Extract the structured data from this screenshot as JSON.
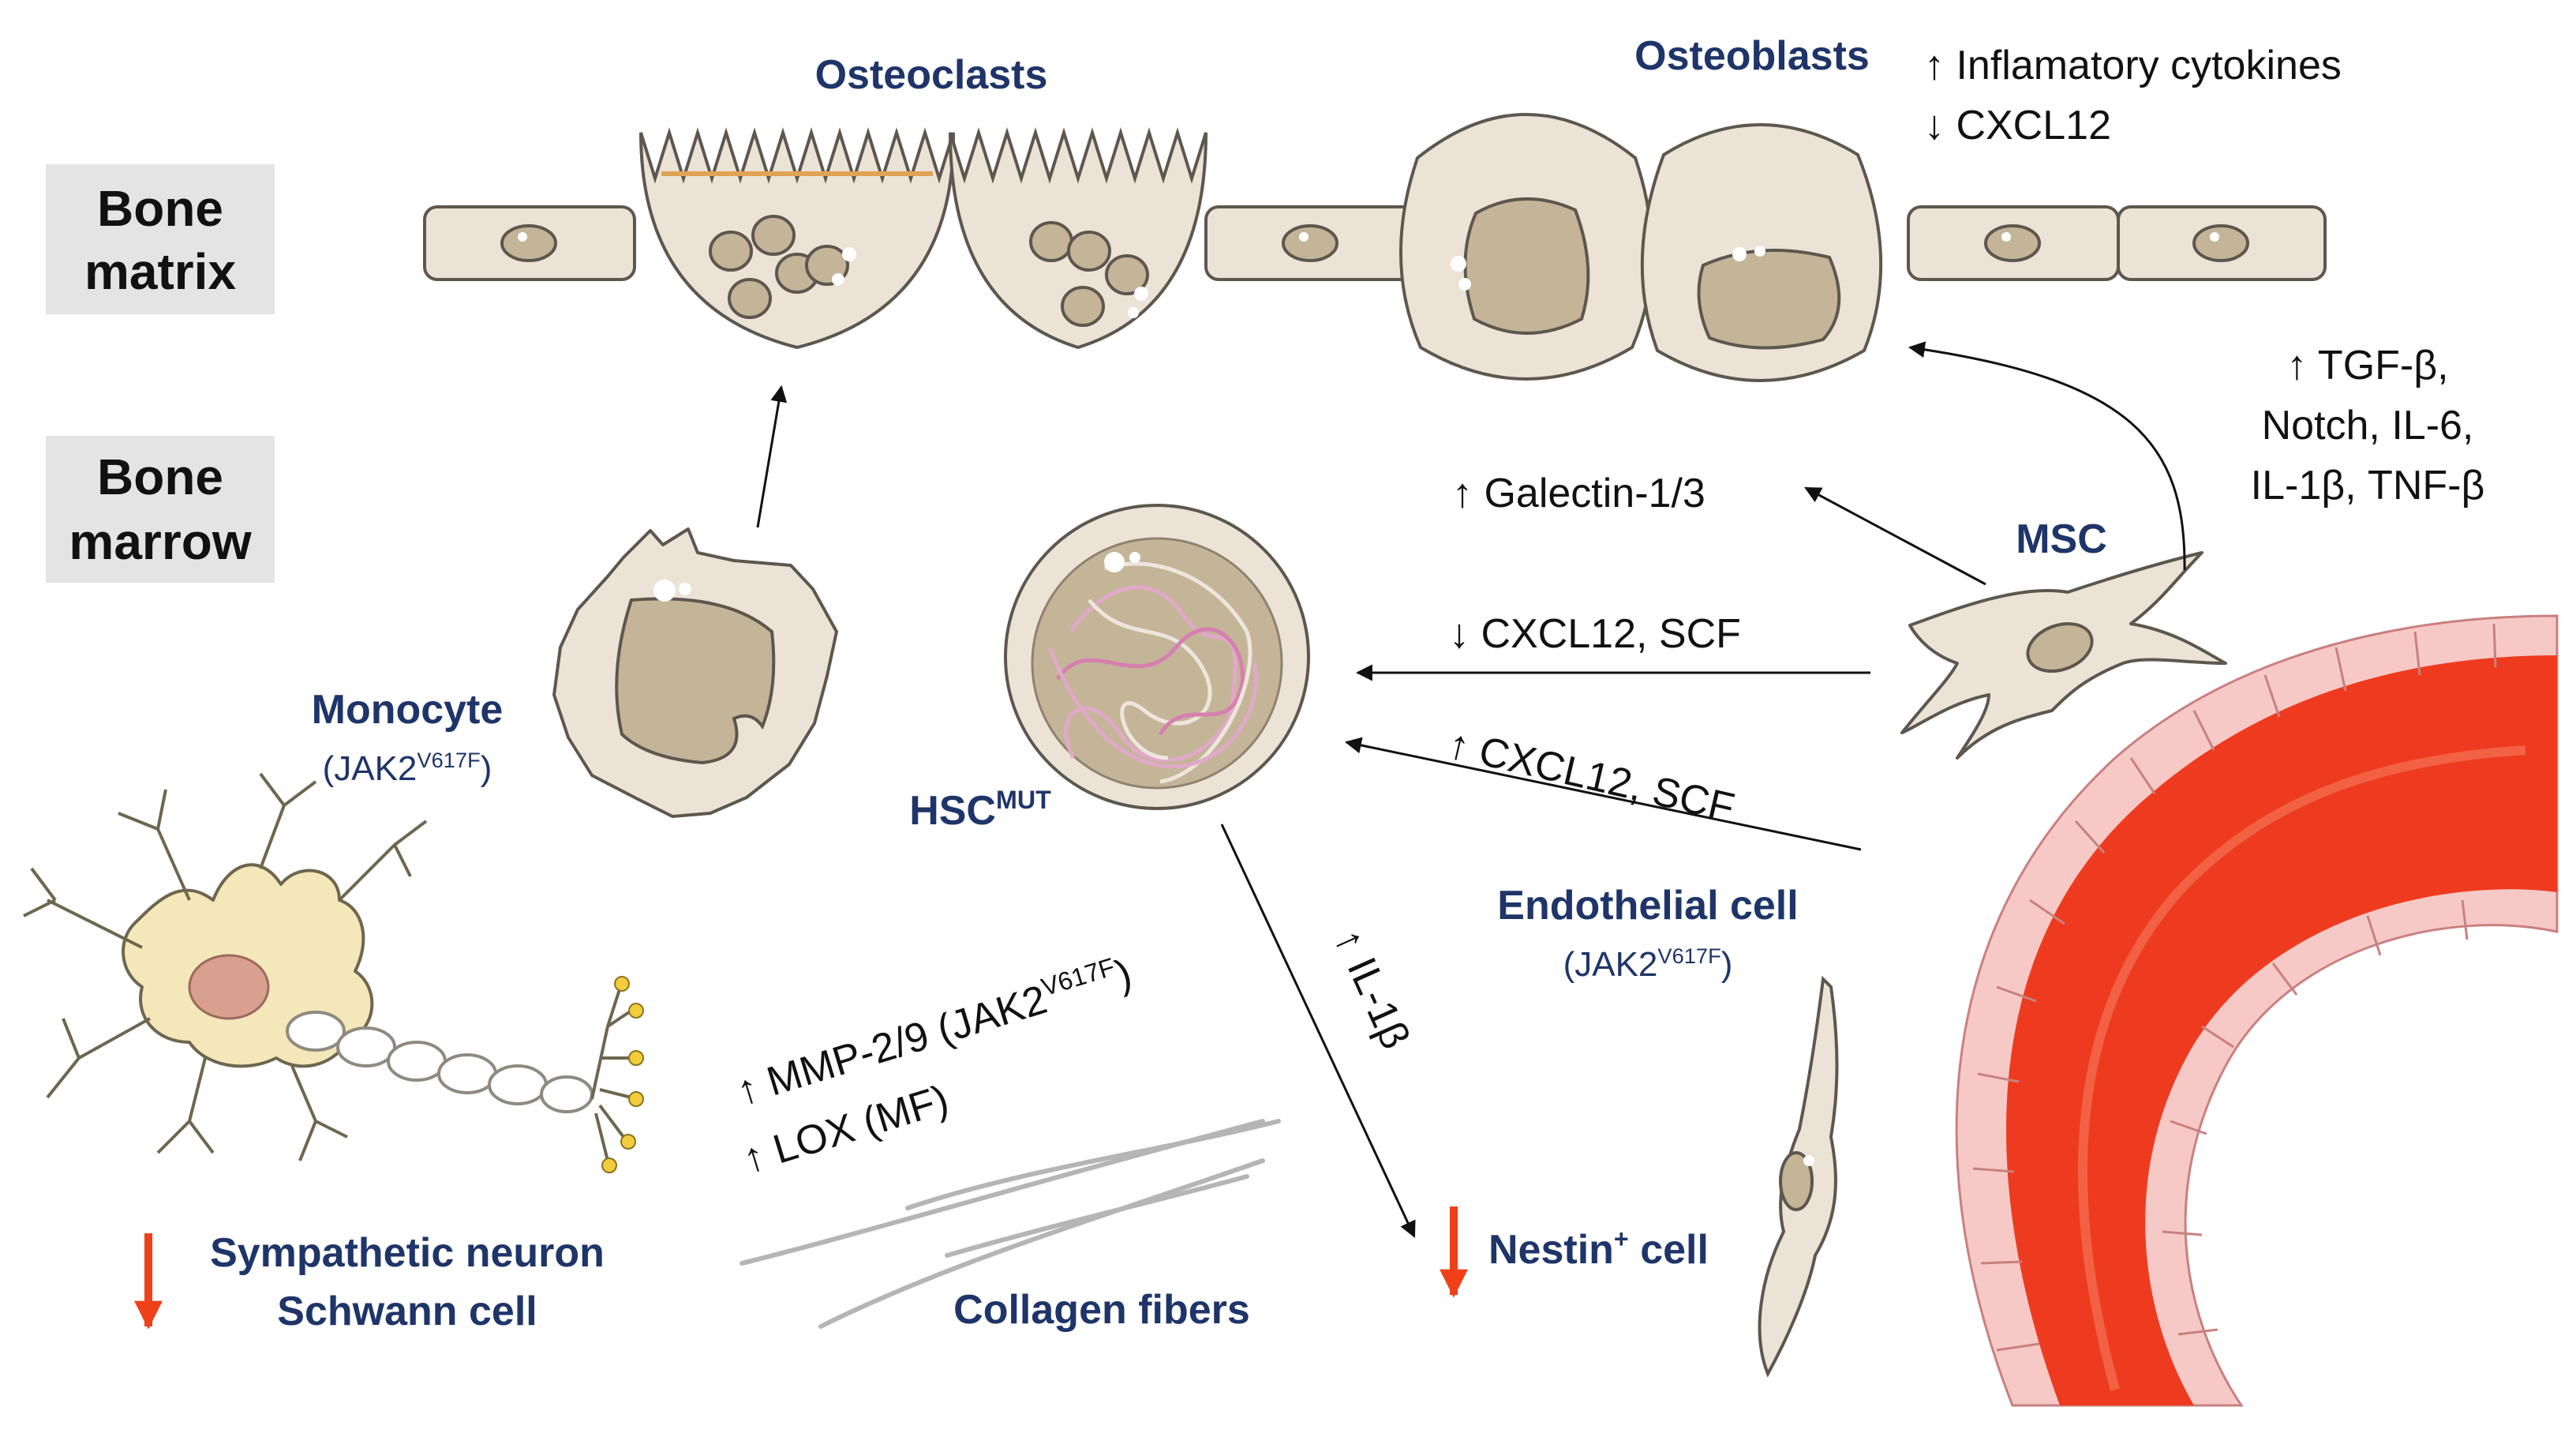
{
  "sections": {
    "bone_matrix": [
      "Bone",
      "matrix"
    ],
    "bone_marrow": [
      "Bone",
      "marrow"
    ]
  },
  "cells": {
    "osteoclasts": "Osteoclasts",
    "osteoblasts": "Osteoblasts",
    "monocyte": "Monocyte",
    "monocyte_genotype": {
      "base": "(JAK2",
      "sup": "V617F",
      "close": ")"
    },
    "hsc": {
      "base": "HSC",
      "sup": "MUT"
    },
    "msc": "MSC",
    "endothelial": "Endothelial cell",
    "endothelial_genotype": {
      "base": "(JAK2",
      "sup": "V617F",
      "close": ")"
    },
    "neuron": [
      "Sympathetic neuron",
      "Schwann cell"
    ],
    "collagen": "Collagen fibers",
    "nestin": {
      "base": "Nestin",
      "sup": "+",
      "rest": " cell"
    }
  },
  "annotations": {
    "osteoblast_effects": [
      "↑ Inflamatory cytokines",
      "↓ CXCL12"
    ],
    "msc_factors": [
      "↑ TGF-β,",
      "Notch, IL-6,",
      "IL-1β, TNF-β"
    ],
    "galectin": "↑ Galectin-1/3",
    "msc_to_hsc": "↓ CXCL12,  SCF",
    "endo_to_hsc": "↑ CXCL12,  SCF",
    "il1b": "↑ IL-1β",
    "mmp": {
      "base": "↑ MMP-2/9 (JAK2",
      "sup": "V617F",
      "close": ")"
    },
    "lox": "↑ LOX (MF)"
  },
  "colors": {
    "cell_fill": "#ebe3d6",
    "cell_stroke": "#5e574f",
    "nucleus": "#c4b598",
    "vessel": "#ee3b1f",
    "endothelium": "#f6c9c6",
    "label_navy": "#1f3569",
    "decrease_arrow": "#f0401a",
    "section_box": "#e4e4e4"
  }
}
